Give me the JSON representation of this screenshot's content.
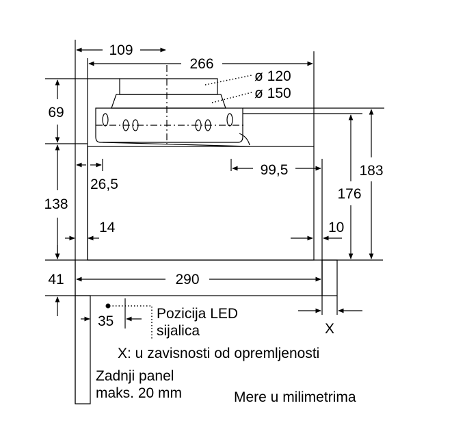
{
  "dimensions": {
    "top_offset": "109",
    "top_width": "266",
    "dia_120": "ø 120",
    "dia_150": "ø 150",
    "height_69": "69",
    "height_138": "138",
    "height_41": "41",
    "height_183": "183",
    "height_176": "176",
    "left_26_5": "26,5",
    "right_99_5": "99,5",
    "left_14": "14",
    "right_10": "10",
    "bottom_width": "290",
    "led_35": "35",
    "x_mark": "X"
  },
  "notes": {
    "led_line1": "Pozicija LED",
    "led_line2": "sijalica",
    "x_note": "X: u zavisnosti od opremljenosti",
    "panel_line1": "Zadnji panel",
    "panel_line2": "maks. 20 mm",
    "units": "Mere u milimetrima"
  }
}
